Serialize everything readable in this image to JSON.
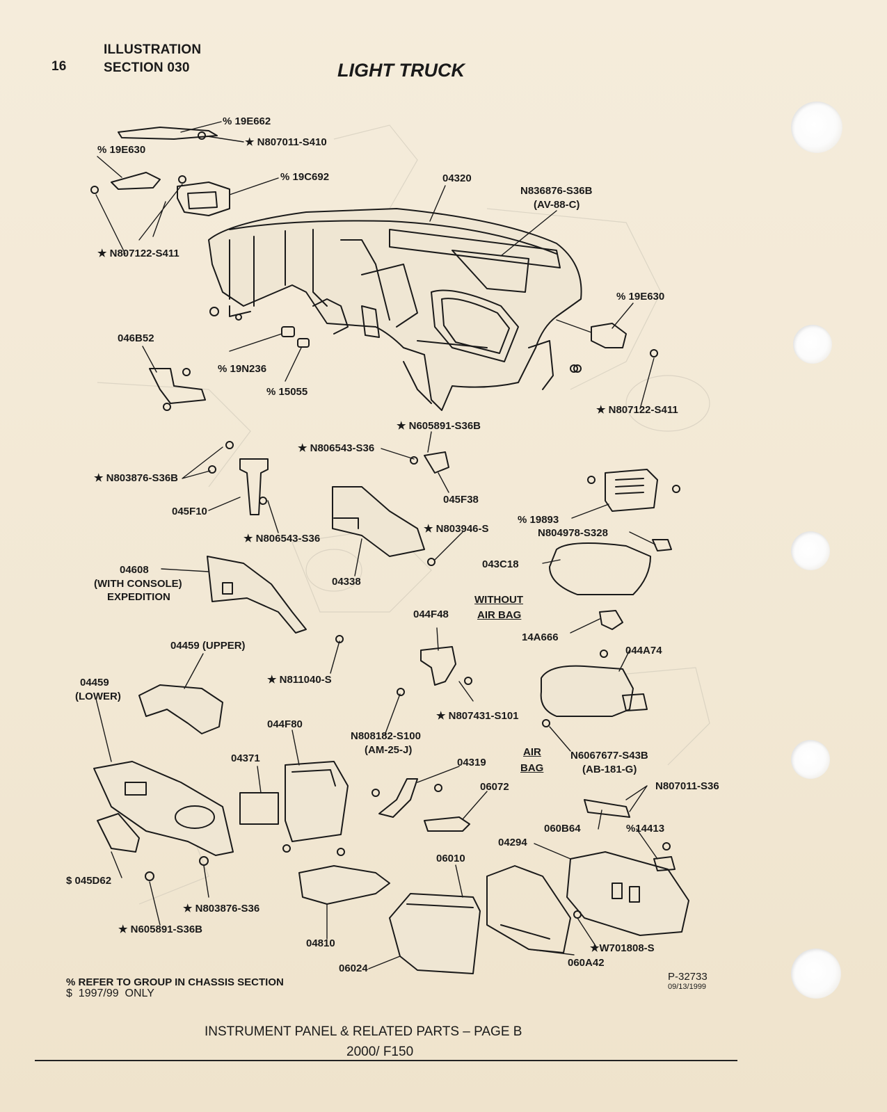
{
  "header": {
    "page_number": "16",
    "illustration": "ILLUSTRATION",
    "section": "SECTION 030",
    "title": "LIGHT TRUCK"
  },
  "callouts": {
    "c1": "% 19E662",
    "c2": "★ N807011-S410",
    "c3": "% 19E630",
    "c4": "% 19C692",
    "c5": "04320",
    "c6a": "N836876-S36B",
    "c6b": "(AV-88-C)",
    "c7": "★ N807122-S411",
    "c8": "% 19E630",
    "c9": "046B52",
    "c10": "% 19N236",
    "c11": "% 15055",
    "c12": "★ N807122-S411",
    "c13": "★ N605891-S36B",
    "c14": "★ N806543-S36",
    "c15": "★ N803876-S36B",
    "c16": "045F38",
    "c17": "045F10",
    "c18": "★ N806543-S36",
    "c19": "★ N803946-S",
    "c20": "% 19893",
    "c21": "N804978-S328",
    "c22a": "04608",
    "c22b": "(WITH CONSOLE)",
    "c22c": "EXPEDITION",
    "c23": "04338",
    "c24": "043C18",
    "c25a": "WITHOUT",
    "c25b": "AIR BAG",
    "c26": "044F48",
    "c27": "14A666",
    "c28": "04459 (UPPER)",
    "c29": "044A74",
    "c30a": "04459",
    "c30b": "(LOWER)",
    "c31": "★ N811040-S",
    "c32": "★ N807431-S101",
    "c33": "044F80",
    "c34a": "N808182-S100",
    "c34b": "(AM-25-J)",
    "c35a": "AIR",
    "c35b": "BAG",
    "c36a": "N6067677-S43B",
    "c36b": "(AB-181-G)",
    "c37": "04371",
    "c38": "04319",
    "c39": "N807011-S36",
    "c40": "06072",
    "c41": "060B64",
    "c42": "%14413",
    "c43": "04294",
    "c44": "06010",
    "c45": "$ 045D62",
    "c46": "★ N803876-S36",
    "c47": "★ N605891-S36B",
    "c48": "04810",
    "c49": "★W701808-S",
    "c50": "060A42",
    "c51": "06024"
  },
  "notes": {
    "note1": "% REFER TO GROUP IN CHASSIS SECTION",
    "note2": "$  1997/99  ONLY",
    "drawing_number": "P-32733",
    "drawing_date": "09/13/1999"
  },
  "footer": {
    "caption": "INSTRUMENT PANEL & RELATED PARTS – PAGE B",
    "model": "2000/ F150"
  },
  "colors": {
    "paper": "#f3ead8",
    "ink": "#1a1a1a",
    "hole": "#ffffff"
  }
}
